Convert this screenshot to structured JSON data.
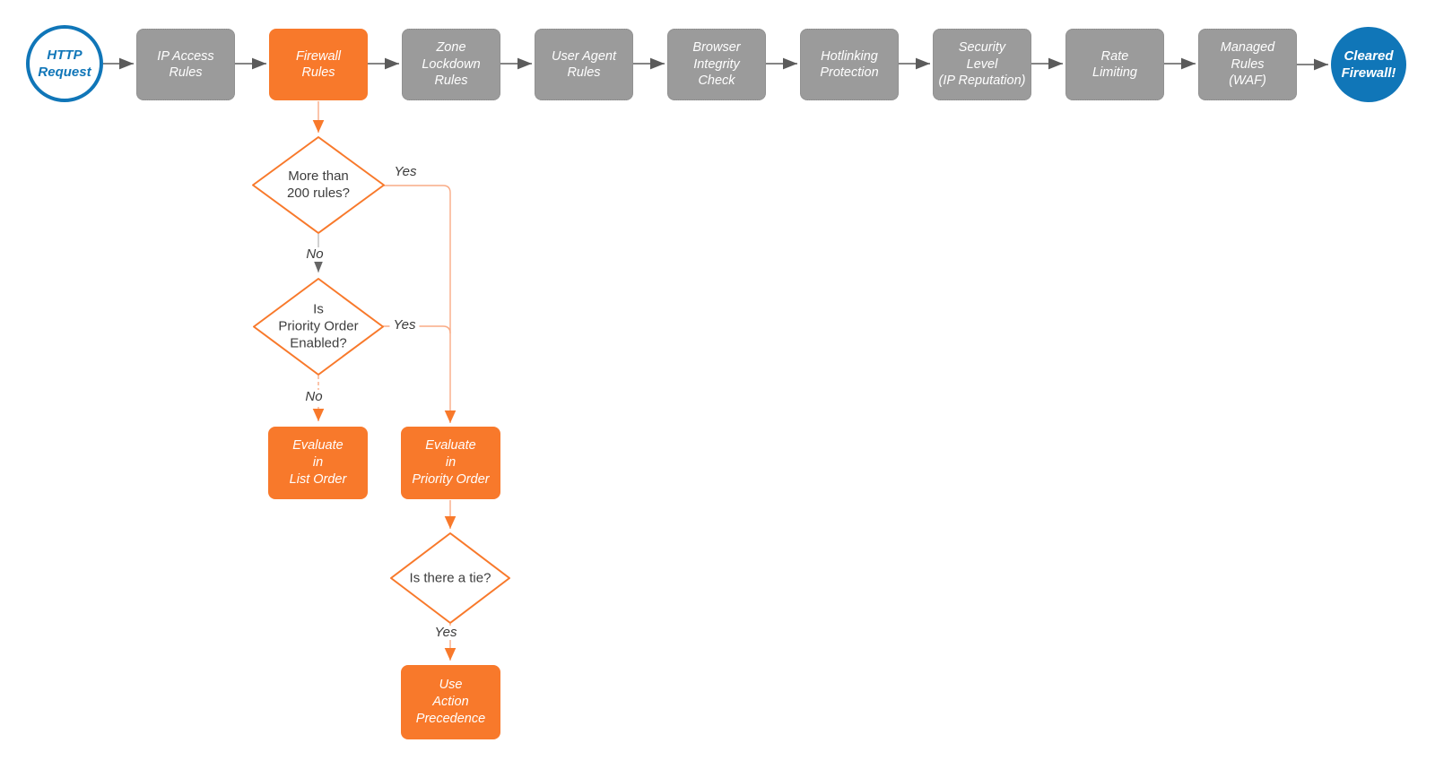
{
  "colors": {
    "orange": "#F8792B",
    "orange_light_line": "#F9AB85",
    "gray_box_fill": "#9B9B9B",
    "gray_box_border": "#878787",
    "blue": "#1076B8",
    "dark_arrow": "#5B5B5B",
    "gray_line": "#BDBDBD",
    "text_dark": "#3D3D3D",
    "box_text": "#FFFFFF"
  },
  "pipeline": {
    "start": {
      "label": "HTTP\nRequest"
    },
    "steps": [
      {
        "label": "IP Access\nRules",
        "highlighted": false
      },
      {
        "label": "Firewall\nRules",
        "highlighted": true
      },
      {
        "label": "Zone\nLockdown\nRules",
        "highlighted": false
      },
      {
        "label": "User Agent\nRules",
        "highlighted": false
      },
      {
        "label": "Browser\nIntegrity\nCheck",
        "highlighted": false
      },
      {
        "label": "Hotlinking\nProtection",
        "highlighted": false
      },
      {
        "label": "Security\nLevel\n(IP Reputation)",
        "highlighted": false
      },
      {
        "label": "Rate\nLimiting",
        "highlighted": false
      },
      {
        "label": "Managed\nRules\n(WAF)",
        "highlighted": false
      }
    ],
    "end": {
      "label": "Cleared\nFirewall!"
    }
  },
  "branch": {
    "decision_rule_count": {
      "label": "More than\n200 rules?"
    },
    "decision_priority_enabled": {
      "label": "Is\nPriority Order\nEnabled?"
    },
    "decision_tie": {
      "label": "Is there a tie?"
    },
    "box_list_order": {
      "label": "Evaluate\nin\nList Order"
    },
    "box_priority_order": {
      "label": "Evaluate\nin\nPriority Order"
    },
    "box_action_precedence": {
      "label": "Use\nAction\nPrecedence"
    },
    "labels": {
      "yes_rule_count": "Yes",
      "no_rule_count": "No",
      "yes_priority_enabled": "Yes",
      "no_priority_enabled": "No",
      "yes_tie": "Yes"
    }
  }
}
